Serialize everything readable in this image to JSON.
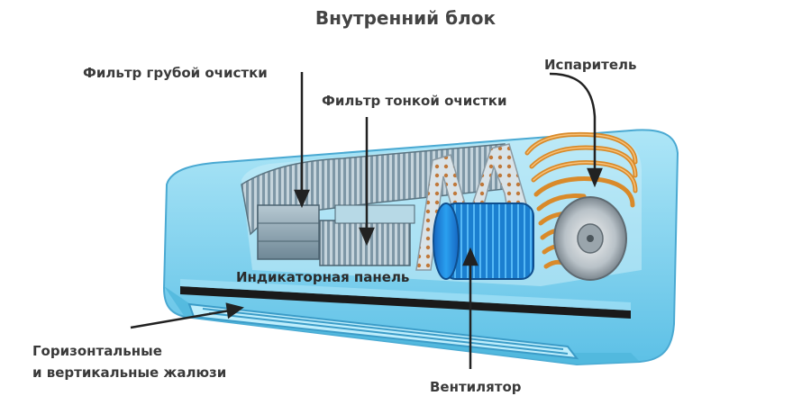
{
  "title": "Внутренний блок",
  "labels": {
    "coarse_filter": "Фильтр грубой очистки",
    "fine_filter": "Фильтр тонкой очистки",
    "evaporator": "Испаритель",
    "indicator_panel": "Индикаторная панель",
    "louvers_line1": "Горизонтальные",
    "louvers_line2": "и вертикальные жалюзи",
    "fan": "Вентилятор"
  },
  "colors": {
    "housing": "#7fd3ee",
    "housing_dark": "#4fb6dc",
    "fan": "#1e88d9",
    "copper": "#d98a2a",
    "arrow": "#222222"
  }
}
